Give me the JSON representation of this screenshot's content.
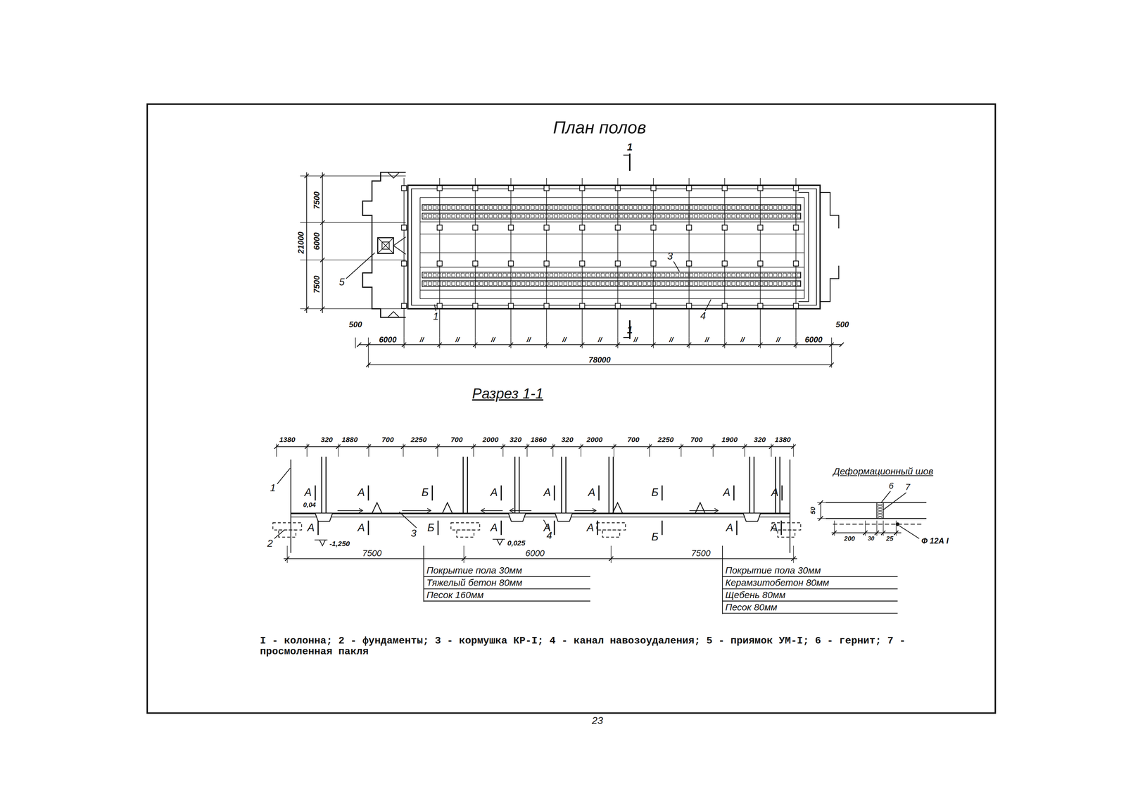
{
  "diagram": {
    "title": "План полов",
    "labels": [
      "1",
      "1",
      "7500",
      "6000",
      "7500",
      "21000",
      "500",
      "6000",
      "//",
      "//",
      "//",
      "//",
      "//",
      "//",
      "//",
      "//",
      "//",
      "//",
      "//",
      "6000",
      "500",
      "78000",
      "5",
      "3",
      "4",
      "1",
      "Разрез 1-1",
      "1380",
      "320",
      "1880",
      "700",
      "2250",
      "700",
      "2000",
      "320",
      "1860",
      "320",
      "2000",
      "700",
      "2250",
      "700",
      "1900",
      "320",
      "1380",
      "А",
      "А",
      "Б",
      "А",
      "А",
      "А",
      "Б",
      "А",
      "А",
      "А",
      "А",
      "Б",
      "А",
      "А",
      "А",
      "Б",
      "А",
      "А",
      "1",
      "2",
      "3",
      "4",
      "0,04",
      "-1,250",
      "0,025",
      "7500",
      "6000",
      "7500",
      "Покрытие пола 30мм",
      "Тяжелый бетон 80мм",
      "Песок 160мм",
      "Покрытие пола 30мм",
      "Керамзитобетон 80мм",
      "Щебень 80мм",
      "Песок 80мм",
      "Деформационный шов",
      "6",
      "7",
      "50",
      "200",
      "30",
      "25",
      "Ф 12А I",
      "I - колонна; 2 - фундаменты; 3 - кормушка КР-I; 4 - канал навозоудаления; 5 - приямок УМ-I; 6 - гернит; 7 - просмоленная пакля",
      "23"
    ]
  }
}
